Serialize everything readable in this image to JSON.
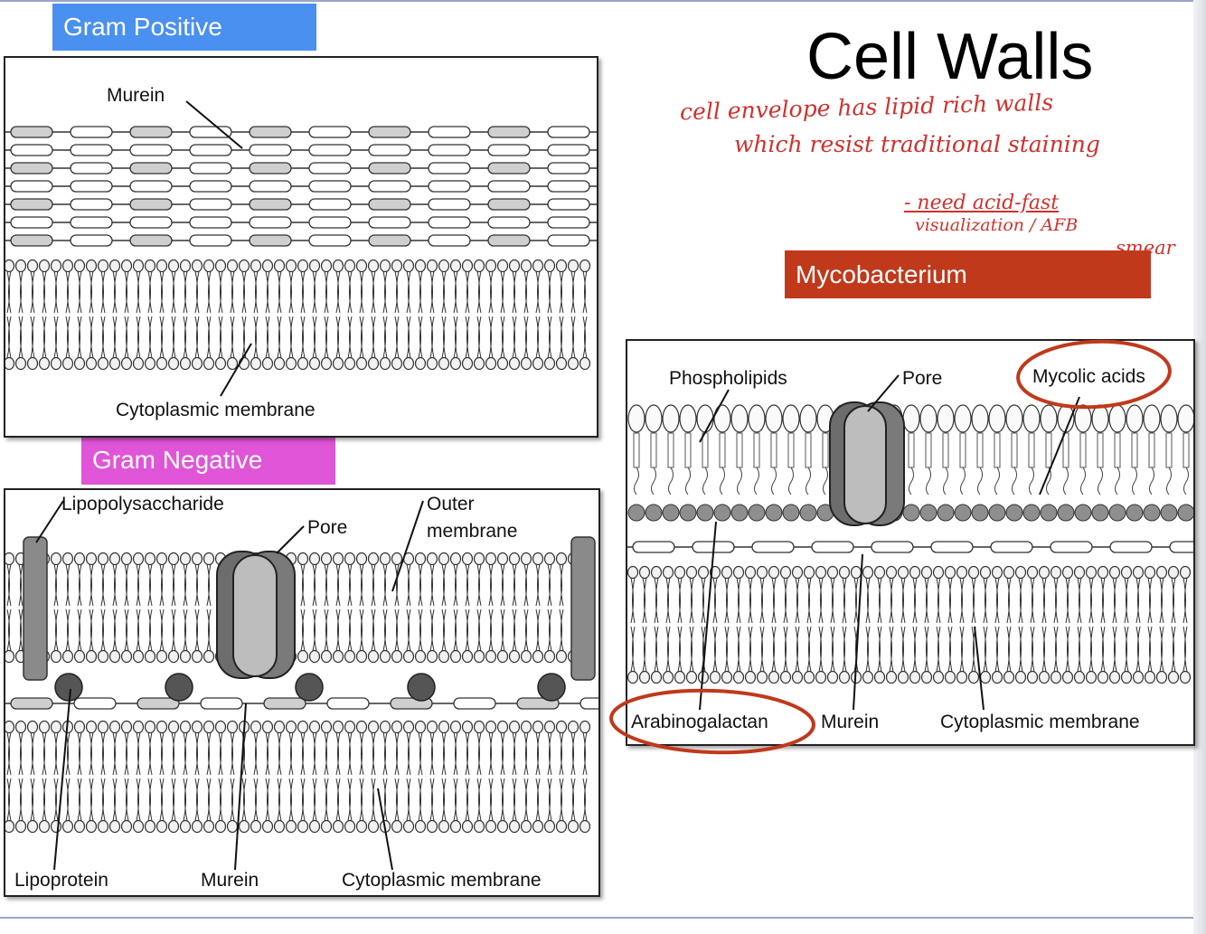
{
  "slide": {
    "title": "Cell Walls",
    "notes": [
      "cell envelope has lipid rich walls",
      "which resist traditional staining",
      "- need acid-fast",
      "visualization / AFB",
      "smear"
    ]
  },
  "gram_positive": {
    "header": "Gram Positive",
    "header_color": "#4a90f0",
    "labels": {
      "murein": "Murein",
      "membrane": "Cytoplasmic membrane"
    }
  },
  "gram_negative": {
    "header": "Gram Negative",
    "header_color": "#e055d8",
    "labels": {
      "lps": "Lipopolysaccharide",
      "pore": "Pore",
      "outer_1": "Outer",
      "outer_2": "membrane",
      "lipoprotein": "Lipoprotein",
      "murein": "Murein",
      "membrane": "Cytoplasmic membrane"
    }
  },
  "mycobacterium": {
    "header": "Mycobacterium",
    "header_color": "#c0391b",
    "labels": {
      "phospholipids": "Phospholipids",
      "pore": "Pore",
      "mycolic": "Mycolic acids",
      "arabinogalactan": "Arabinogalactan",
      "murein": "Murein",
      "membrane": "Cytoplasmic membrane"
    },
    "highlight_color": "#c0391b"
  }
}
